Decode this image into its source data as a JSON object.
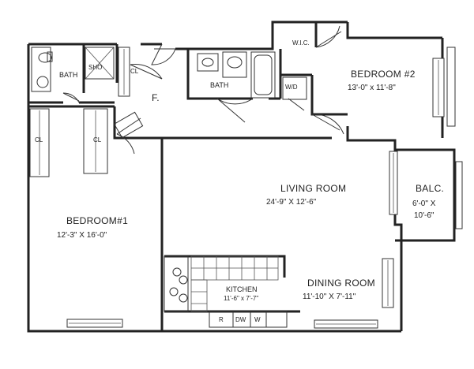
{
  "plan": {
    "rooms": {
      "bath_left": "BATH",
      "shower": "SHO",
      "closet_left_bath": "CL",
      "foyer": "F.",
      "bath_center": "BATH",
      "wic": "W.I.C.",
      "wd": "W/D",
      "bedroom2_name": "BEDROOM #2",
      "bedroom2_dims": "13'-0\" x 11'-8\"",
      "closet_bed1_a": "CL",
      "closet_bed1_b": "CL",
      "living_name": "LIVING ROOM",
      "living_dims": "24'-9\" X 12'-6\"",
      "balcony_name": "BALC.",
      "balcony_dims_a": "6'-0\" X",
      "balcony_dims_b": "10'-6\"",
      "bedroom1_name": "BEDROOM#1",
      "bedroom1_dims": "12'-3\" X 16'-0\"",
      "kitchen_name": "KITCHEN",
      "kitchen_dims": "11'-6\" x 7'-7\"",
      "dining_name": "DINING ROOM",
      "dining_dims": "11'-10\" X 7'-11\"",
      "appliance_r": "R",
      "appliance_dw": "DW",
      "appliance_w": "W"
    }
  }
}
